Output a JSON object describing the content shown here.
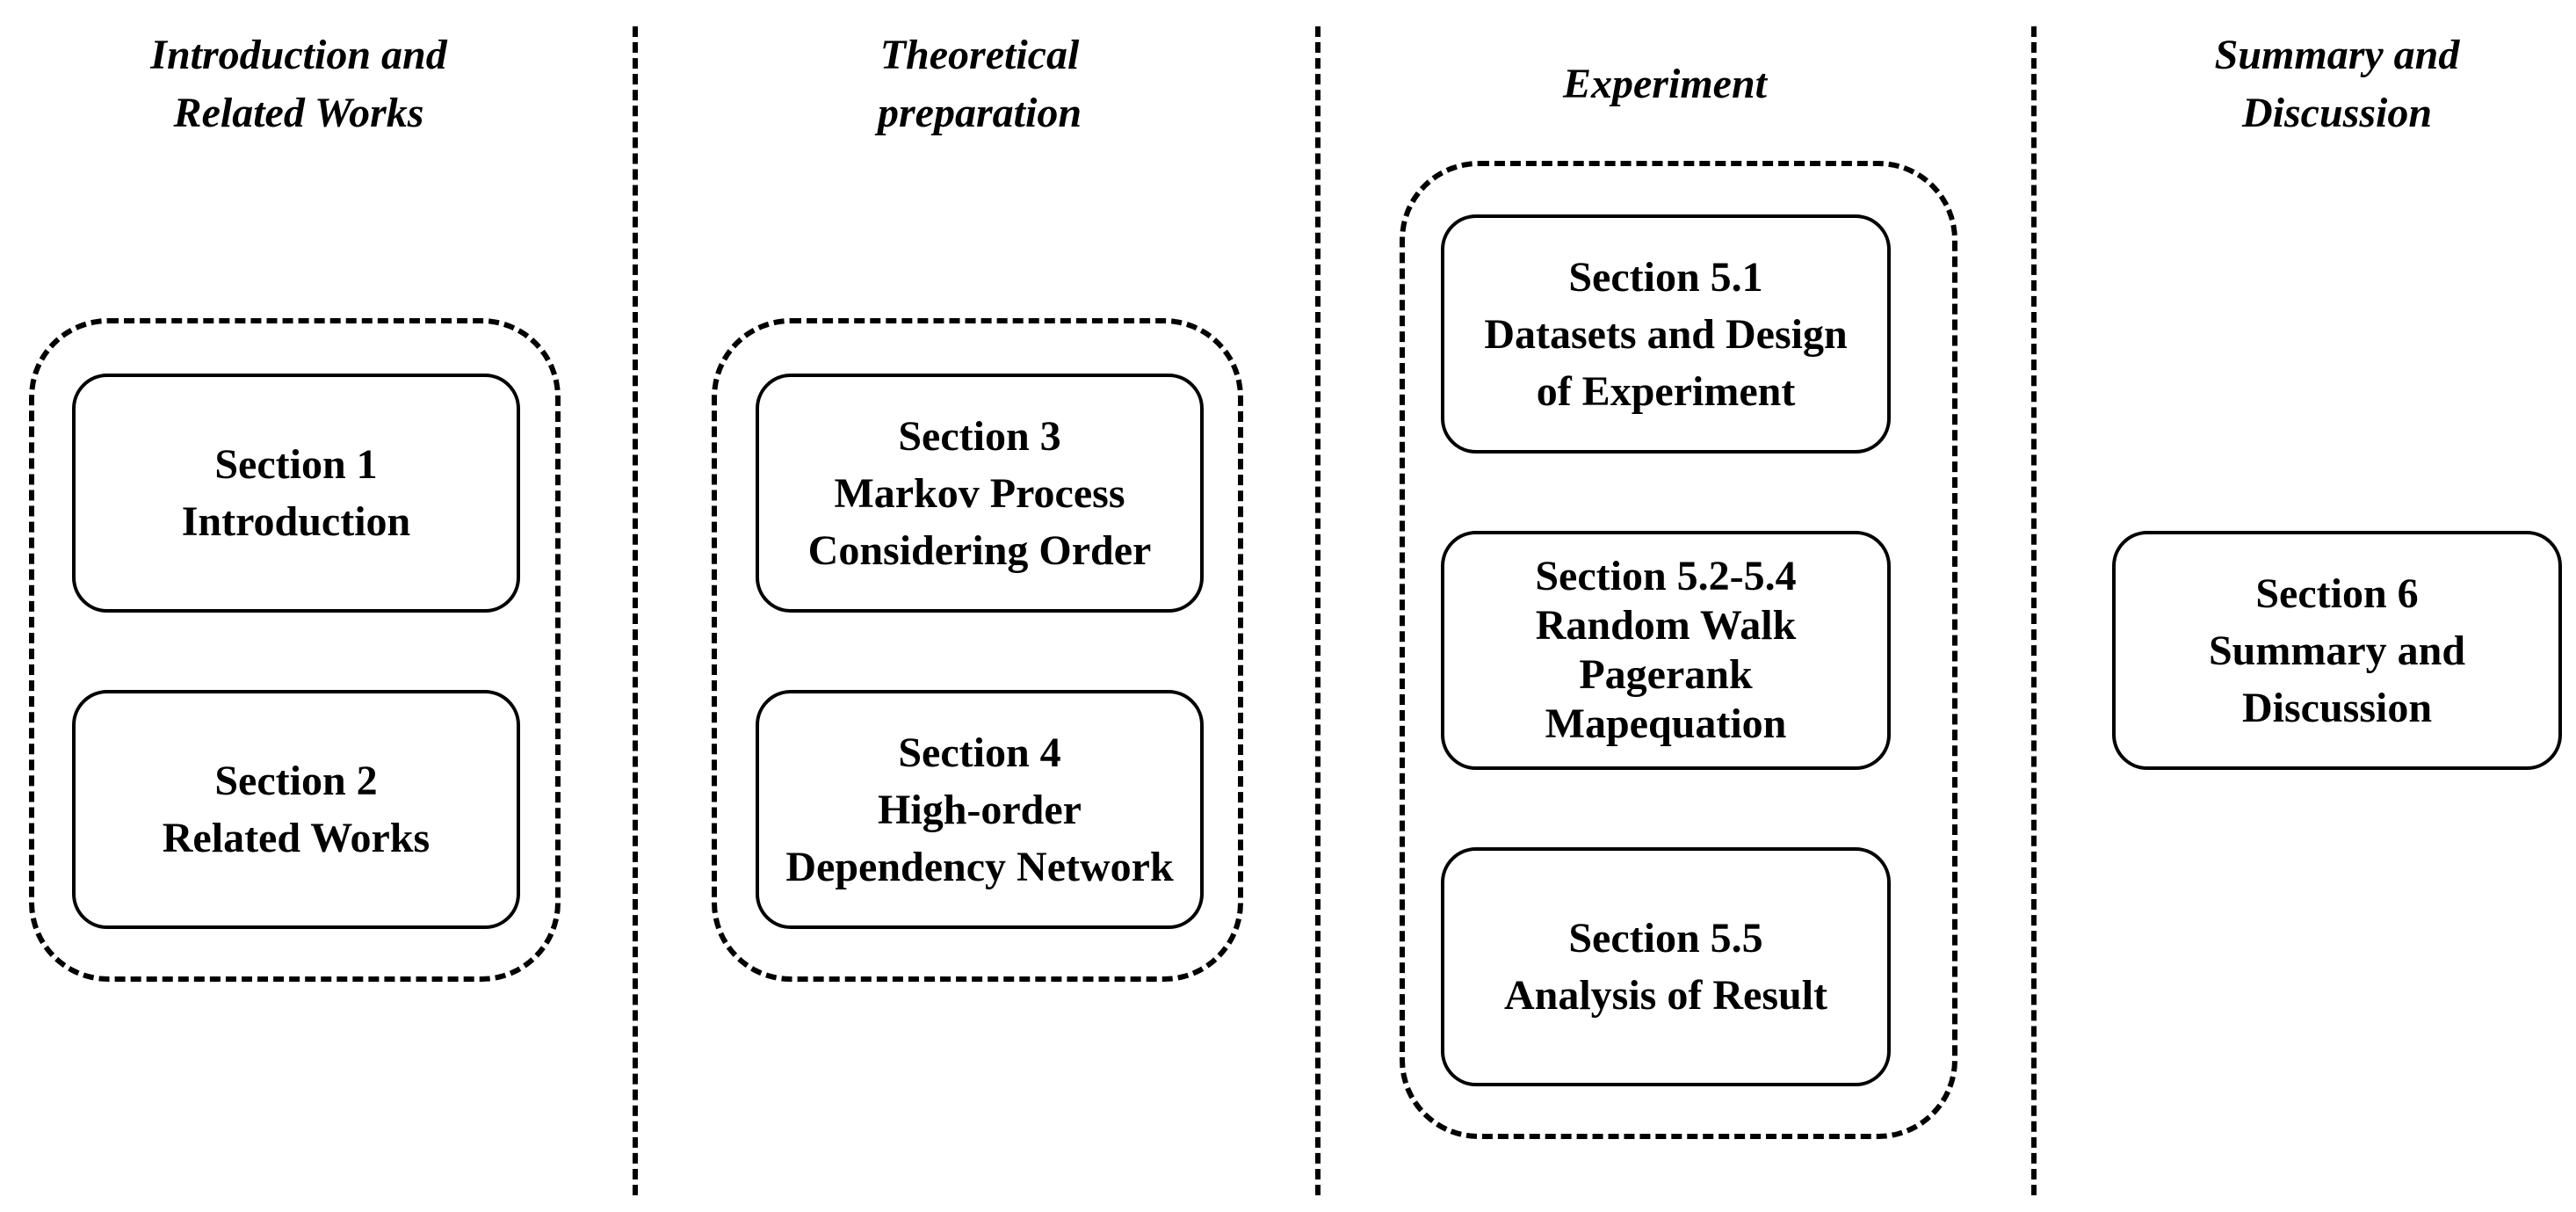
{
  "columns": [
    {
      "title": [
        "Introduction and",
        "Related Works"
      ],
      "boxes": [
        [
          "Section 1",
          "Introduction"
        ],
        [
          "Section 2",
          "Related Works"
        ]
      ]
    },
    {
      "title": [
        "Theoretical",
        "preparation"
      ],
      "boxes": [
        [
          "Section 3",
          "Markov Process",
          "Considering Order"
        ],
        [
          "Section 4",
          "High-order",
          "Dependency Network"
        ]
      ]
    },
    {
      "title": [
        "Experiment"
      ],
      "boxes": [
        [
          "Section 5.1",
          "Datasets and Design",
          "of Experiment"
        ],
        [
          "Section 5.2-5.4",
          "Random Walk",
          "Pagerank",
          "Mapequation"
        ],
        [
          "Section 5.5",
          "Analysis of Result"
        ]
      ]
    },
    {
      "title": [
        "Summary and",
        "Discussion"
      ],
      "boxes": [
        [
          "Section 6",
          "Summary and",
          "Discussion"
        ]
      ]
    }
  ]
}
